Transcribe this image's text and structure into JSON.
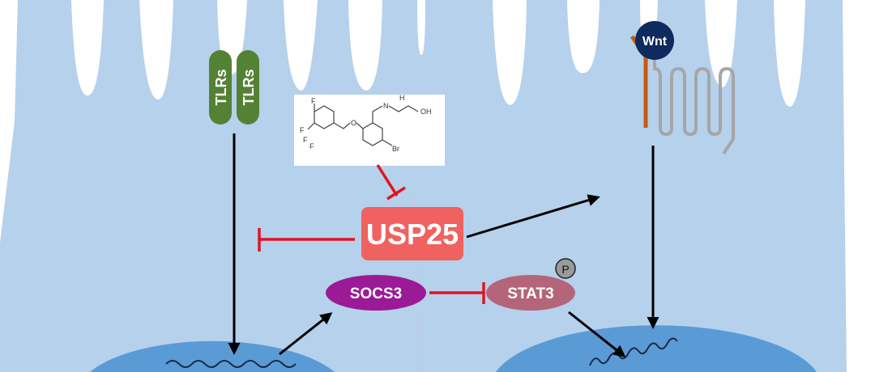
{
  "labels": {
    "tlr1": "TLRs",
    "tlr2": "TLRs",
    "usp25": "USP25",
    "socs3": "SOCS3",
    "stat3": "STAT3",
    "phospho": "P",
    "wnt": "Wnt"
  },
  "compound_atoms": {
    "f": "F",
    "f1": "F",
    "f2": "F",
    "f3": "F",
    "o": "O",
    "nh": "H",
    "n": "N",
    "oh": "OH",
    "br": "Br"
  },
  "colors": {
    "cell": "#b6d1eb",
    "nucleus": "#5b9bd5",
    "tlr": "#548235",
    "usp25": "#f0625f",
    "socs3": "#9b1a96",
    "stat3": "#b5657a",
    "wnt": "#0e2a5e",
    "inhibit": "#e0141e"
  }
}
